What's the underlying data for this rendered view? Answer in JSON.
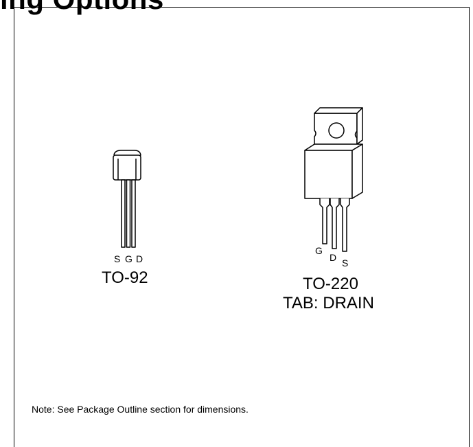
{
  "heading_fragment": "ing Options",
  "to92": {
    "pins": [
      "S",
      "G",
      "D"
    ],
    "name": "TO-92"
  },
  "to220": {
    "pins": [
      "G",
      "D",
      "S"
    ],
    "name": "TO-220",
    "tab_note": "TAB:  DRAIN"
  },
  "note": "Note:  See Package Outline section for dimensions."
}
